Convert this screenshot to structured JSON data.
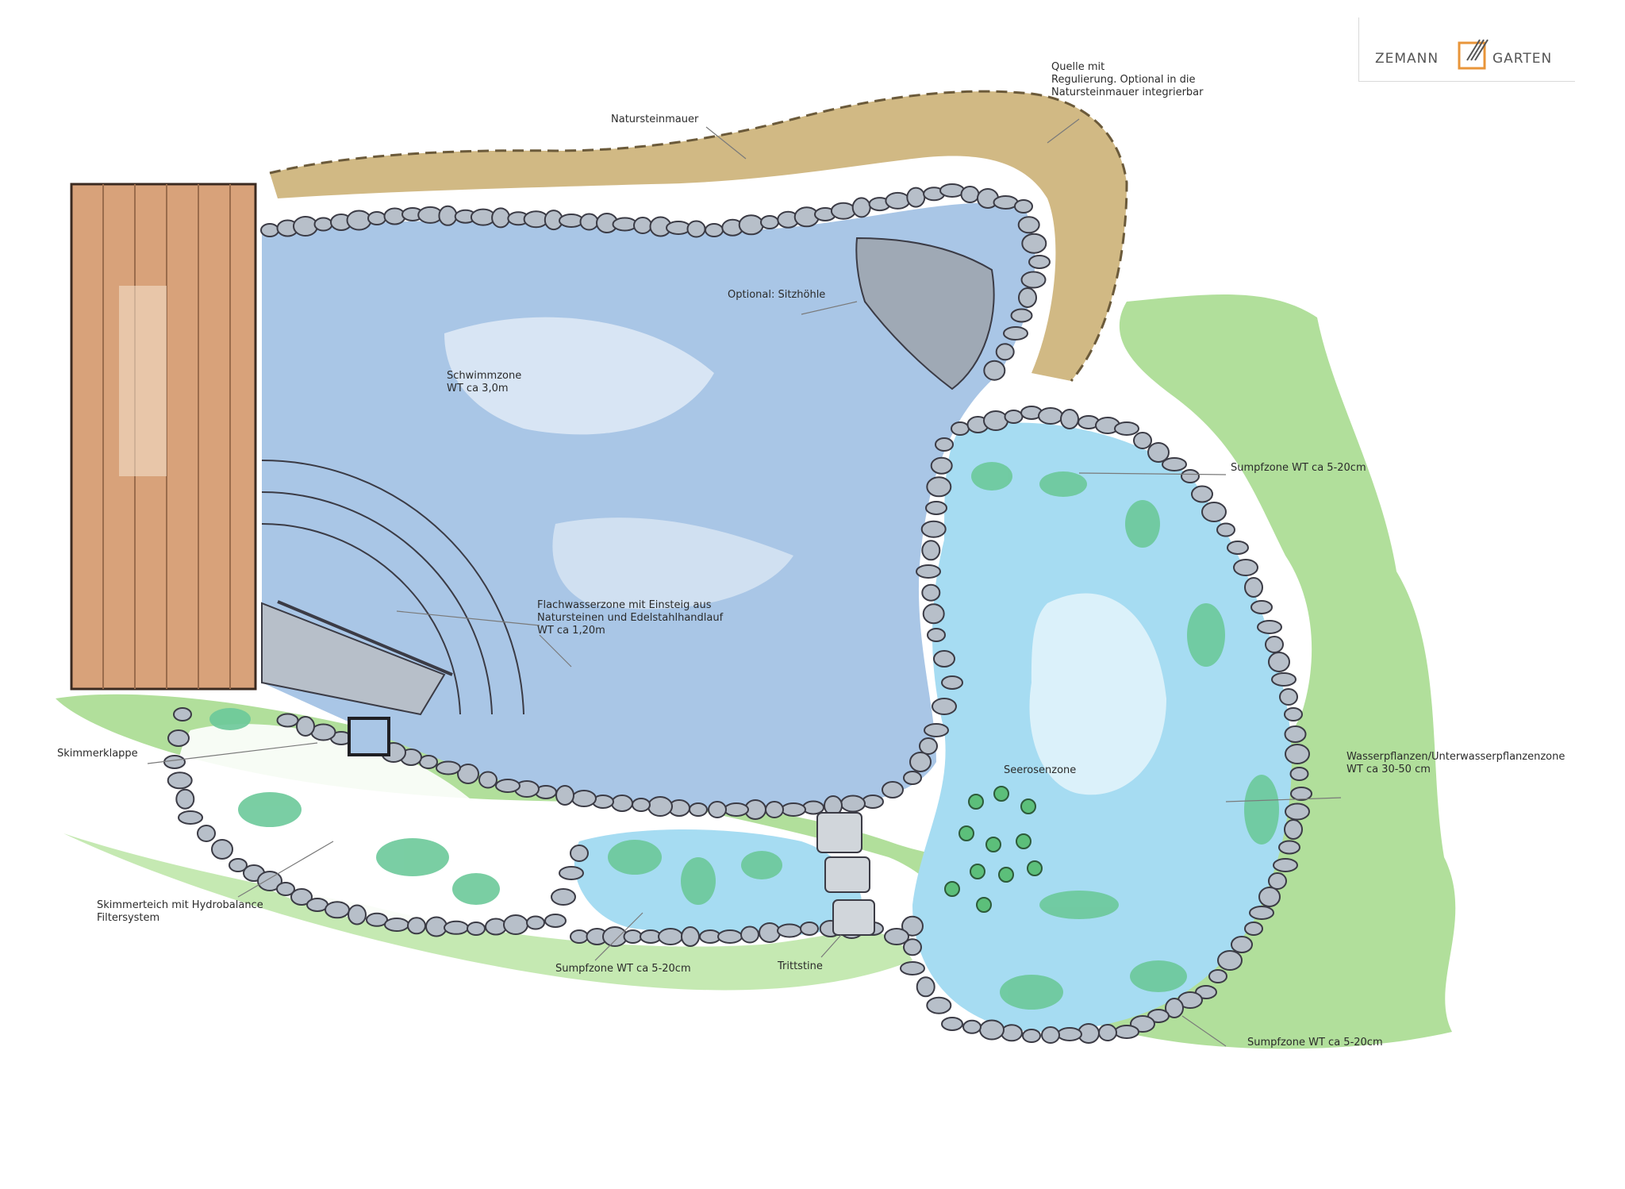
{
  "logo": {
    "left_word": "ZEMANN",
    "right_word": "GARTEN",
    "accent_color": "#e8953a"
  },
  "colors": {
    "deep_water": "#a9c6e6",
    "light_water": "#a6dcf2",
    "grass": "#a3d98a",
    "wall": "#c9ad6e",
    "deck": "#d8a27a",
    "stone_fill": "#b7bfc9",
    "outline": "#3b3b45"
  },
  "labels": {
    "natursteinmauer": "Natursteinmauer",
    "quelle_1": "Quelle mit",
    "quelle_2": "Regulierung. Optional in die",
    "quelle_3": "Natursteinmauer integrierbar",
    "sitzhoehle": "Optional: Sitzhöhle",
    "schwimmzone_1": "Schwimmzone",
    "schwimmzone_2": "WT ca 3,0m",
    "sumpf_right": "Sumpfzone WT ca 5-20cm",
    "flachwasser_1": "Flachwasserzone mit Einsteig aus",
    "flachwasser_2": "Natursteinen und Edelstahlhandlauf",
    "flachwasser_3": "WT ca 1,20m",
    "skimmerklappe": "Skimmerklappe",
    "seerosenzone": "Seerosenzone",
    "wasserpflanzen_1": "Wasserpflanzen/Unterwasserpflanzenzone",
    "wasserpflanzen_2": "WT ca 30-50 cm",
    "skimmerteich_1": "Skimmerteich mit Hydrobalance",
    "skimmerteich_2": "Filtersystem",
    "sumpf_bottom": "Sumpfzone WT ca 5-20cm",
    "trittstine": "Trittstine",
    "sumpf_bottom_right": "Sumpfzone WT ca 5-20cm"
  }
}
